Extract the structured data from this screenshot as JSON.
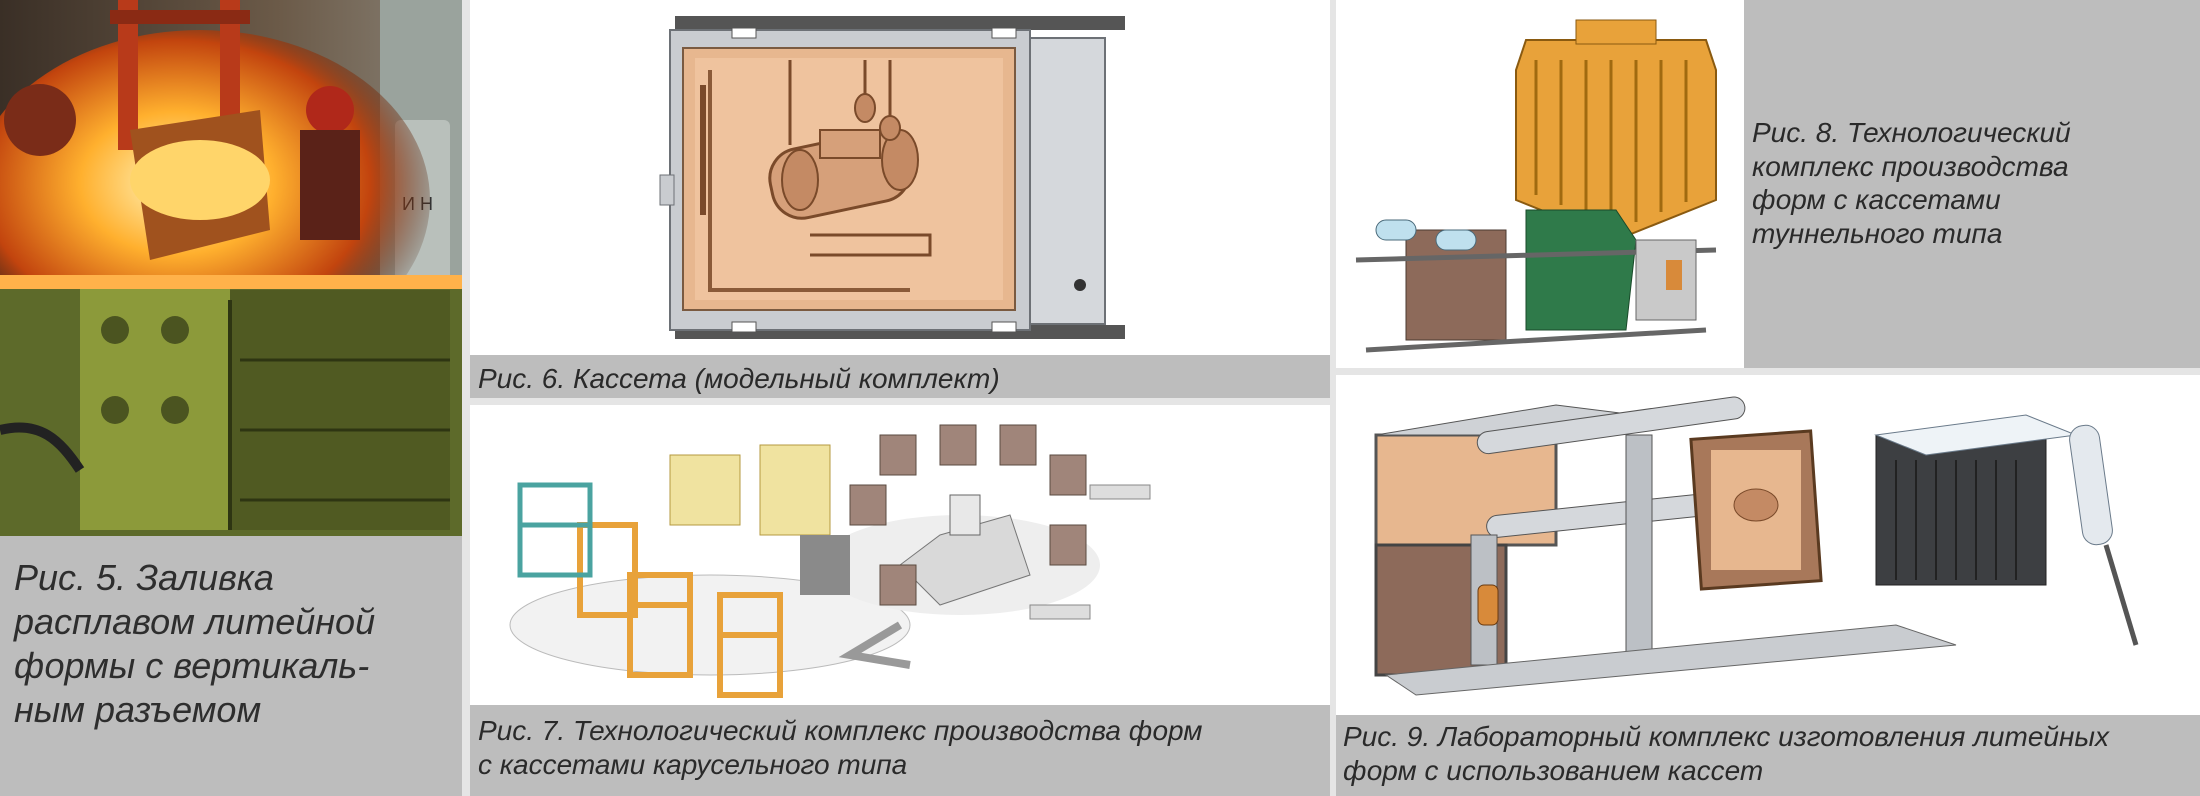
{
  "figures": {
    "fig5": {
      "caption": "Рис. 5. Заливка расплавом литейной формы с вертикаль-ным разъемом",
      "lines": [
        "Рис. 5. Заливка",
        "расплавом литейной",
        "формы с вертикаль-",
        "ным разъемом"
      ]
    },
    "fig6": {
      "caption": "Рис. 6. Кассета (модельный комплект)"
    },
    "fig7": {
      "lines": [
        "Рис. 7. Технологический комплекс производства форм",
        "с кассетами карусельного типа"
      ]
    },
    "fig8": {
      "lines": [
        "Рис. 8. Технологический",
        "комплекс производства",
        "форм с кассетами",
        "туннельного типа"
      ]
    },
    "fig9": {
      "lines": [
        "Рис. 9. Лабораторный комплекс изготовления литейных",
        "форм с использованием кассет"
      ]
    }
  },
  "photo_text": {
    "tank_label": "И Н"
  },
  "colors": {
    "background": "#b9b9b9",
    "caption_bar": "#bdbdbd",
    "wood": "#e6b48c",
    "orange_frame": "#e8a23a",
    "teal_frame": "#4aa3a0",
    "green_chamber": "#2f7a4a"
  }
}
